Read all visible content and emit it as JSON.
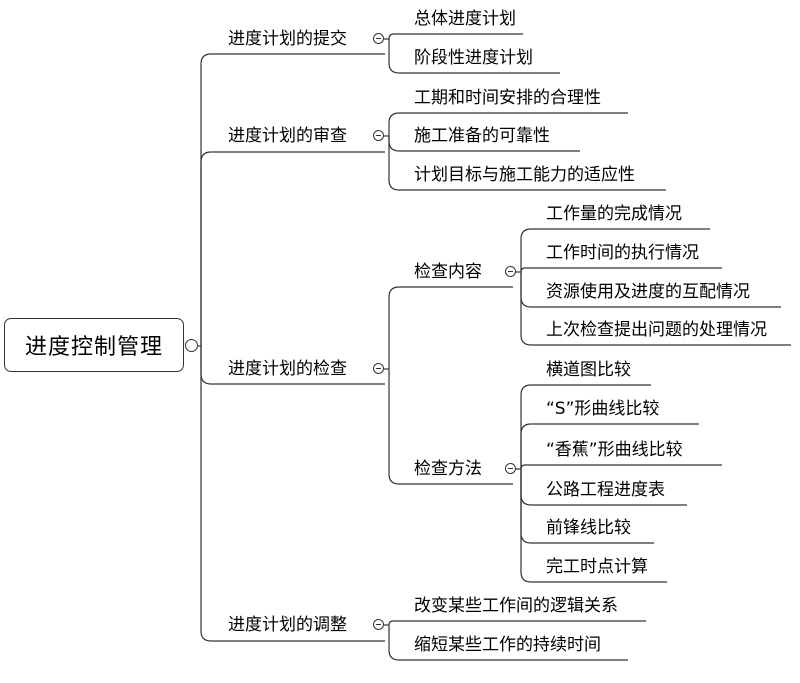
{
  "root": {
    "label": "进度控制管理"
  },
  "branches": [
    {
      "label": "进度计划的提交",
      "children": [
        {
          "label": "总体进度计划"
        },
        {
          "label": "阶段性进度计划"
        }
      ]
    },
    {
      "label": "进度计划的审查",
      "children": [
        {
          "label": "工期和时间安排的合理性"
        },
        {
          "label": "施工准备的可靠性"
        },
        {
          "label": "计划目标与施工能力的适应性"
        }
      ]
    },
    {
      "label": "进度计划的检查",
      "children": [
        {
          "label": "检查内容",
          "children": [
            {
              "label": "工作量的完成情况"
            },
            {
              "label": "工作时间的执行情况"
            },
            {
              "label": "资源使用及进度的互配情况"
            },
            {
              "label": "上次检查提出问题的处理情况"
            }
          ]
        },
        {
          "label": "检查方法",
          "children": [
            {
              "label": "横道图比较"
            },
            {
              "label": "“S”形曲线比较"
            },
            {
              "label": "“香蕉”形曲线比较"
            },
            {
              "label": "公路工程进度表"
            },
            {
              "label": "前锋线比较"
            },
            {
              "label": "完工时点计算"
            }
          ]
        }
      ]
    },
    {
      "label": "进度计划的调整",
      "children": [
        {
          "label": "改变某些工作间的逻辑关系"
        },
        {
          "label": "缩短某些工作的持续时间"
        }
      ]
    }
  ]
}
